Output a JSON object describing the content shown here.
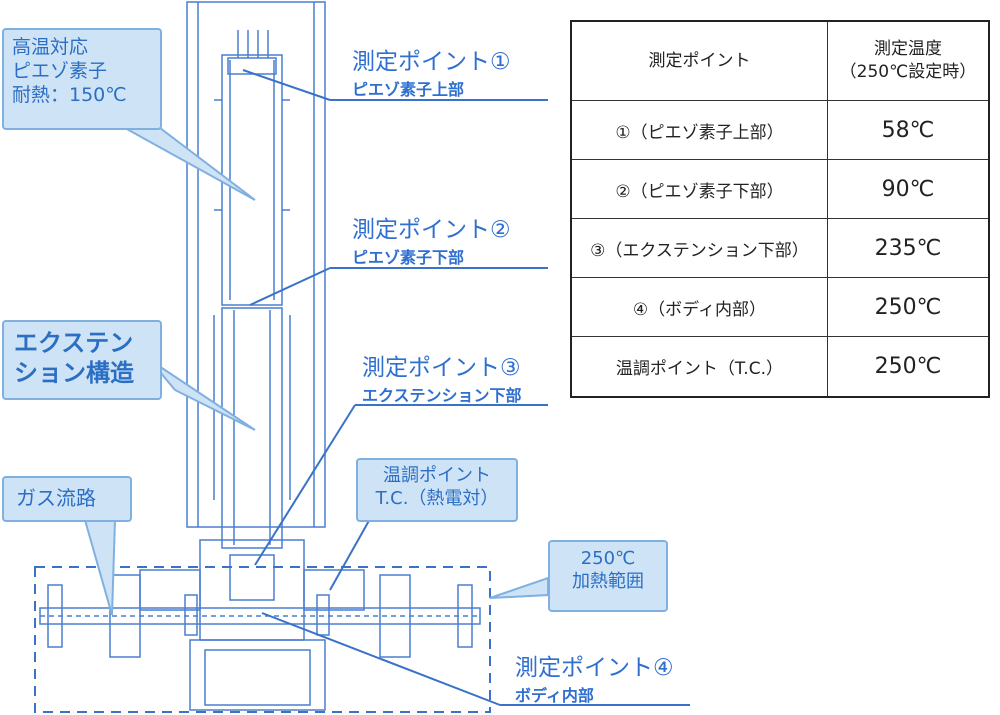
{
  "callouts": {
    "piezo": [
      "高温対応",
      "ピエゾ素子",
      "耐熱：150℃"
    ],
    "extension": [
      "エクステン",
      "ション構造"
    ],
    "gas": "ガス流路",
    "tc": [
      "温調ポイント",
      "T.C.（熱電対）"
    ],
    "heat": [
      "250℃",
      "加熱範囲"
    ]
  },
  "points": [
    {
      "title": "測定ポイント①",
      "sub": "ピエゾ素子上部"
    },
    {
      "title": "測定ポイント②",
      "sub": "ピエゾ素子下部"
    },
    {
      "title": "測定ポイント③",
      "sub": "エクステンション下部"
    },
    {
      "title": "測定ポイント④",
      "sub": "ボディ内部"
    }
  ],
  "table": {
    "header": {
      "point": "測定ポイント",
      "temp": [
        "測定温度",
        "（250℃設定時）"
      ]
    },
    "rows": [
      {
        "point": "①（ピエゾ素子上部）",
        "temp": "58℃"
      },
      {
        "point": "②（ピエゾ素子下部）",
        "temp": "90℃"
      },
      {
        "point": "③（エクステンション下部）",
        "temp": "235℃"
      },
      {
        "point": "④（ボディ内部）",
        "temp": "250℃"
      },
      {
        "point": "温調ポイント（T.C.）",
        "temp": "250℃"
      }
    ]
  },
  "colors": {
    "line": "#3a72c9",
    "callout_fill": "#cfe3f6",
    "label": "#2f6fd0"
  }
}
